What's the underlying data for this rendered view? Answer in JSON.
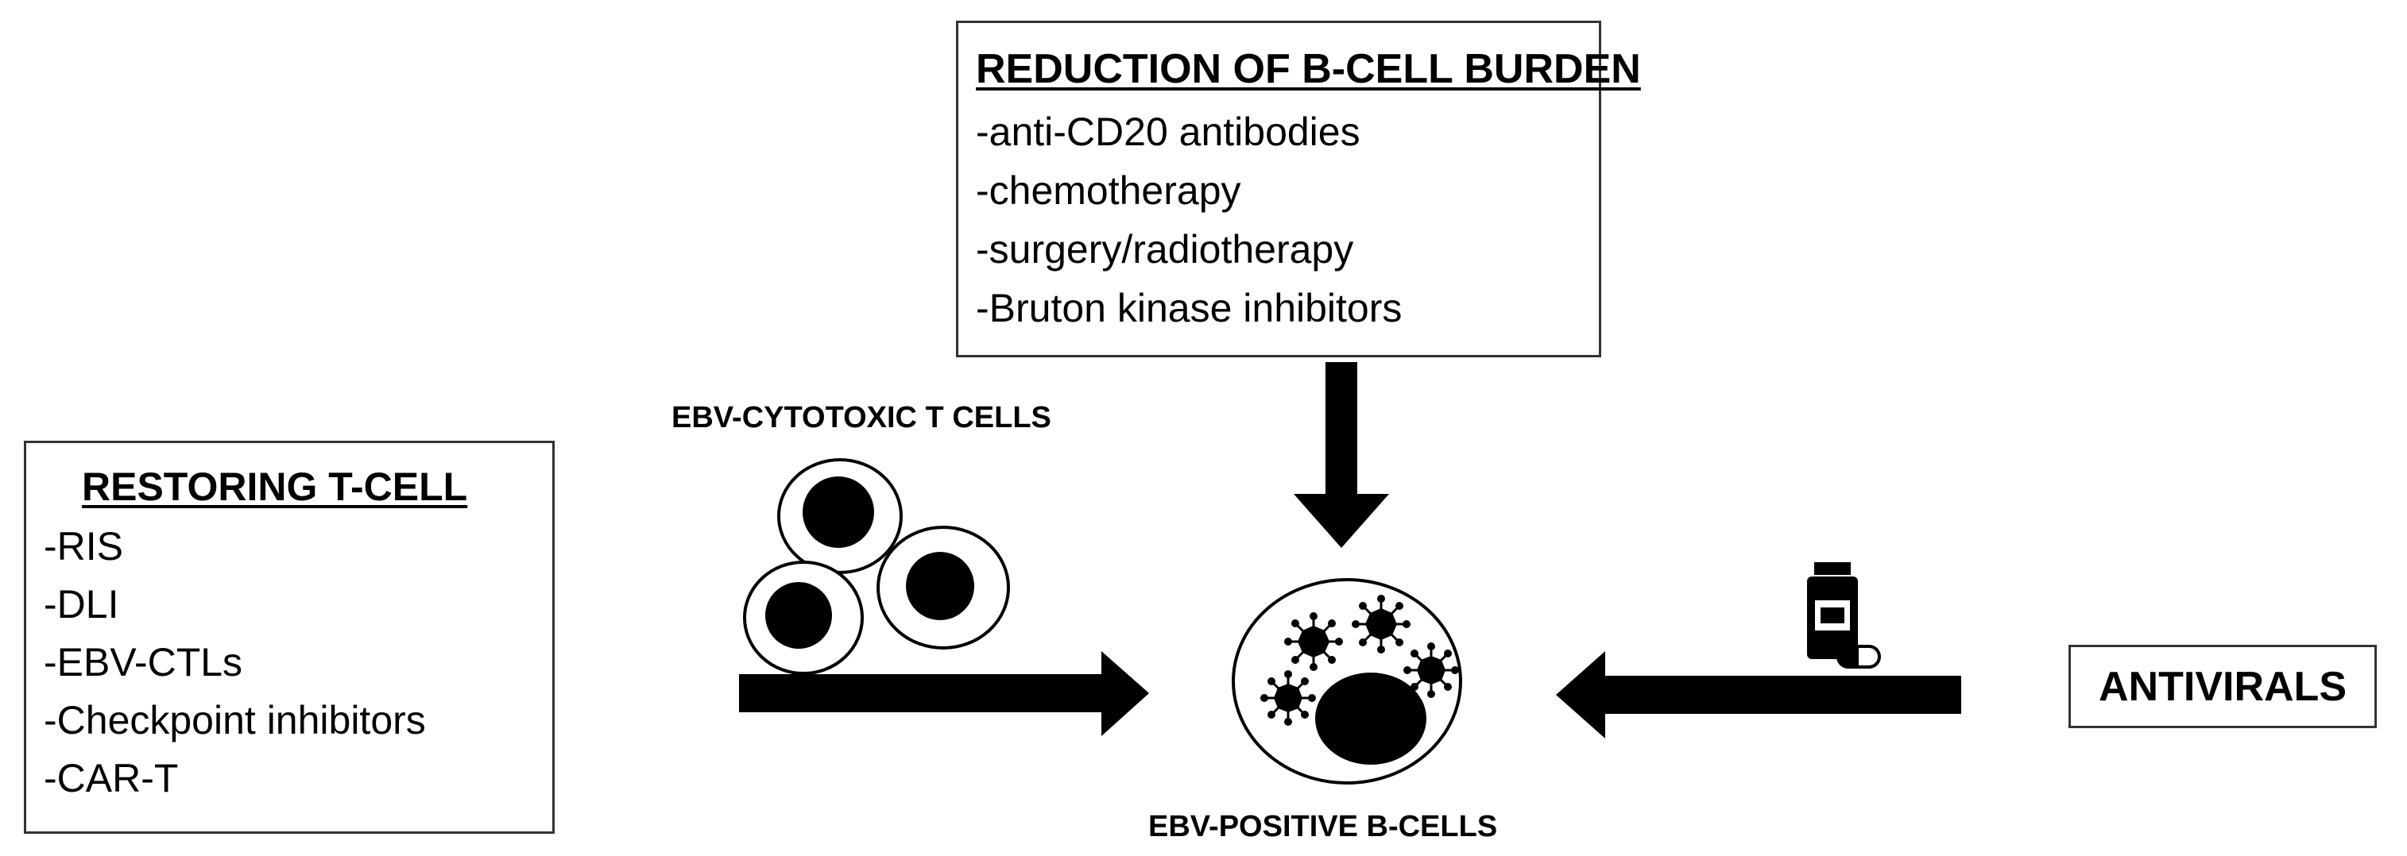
{
  "reduction_box": {
    "title": "REDUCTION OF B-CELL BURDEN",
    "items": [
      "-anti-CD20 antibodies",
      "-chemotherapy",
      "-surgery/radiotherapy",
      "-Bruton kinase inhibitors"
    ]
  },
  "restoring_box": {
    "title": "RESTORING T-CELL",
    "items": [
      "-RIS",
      "-DLI",
      "-EBV-CTLs",
      "-Checkpoint inhibitors",
      "-CAR-T"
    ]
  },
  "antivirals_box": {
    "title": "ANTIVIRALS"
  },
  "labels": {
    "cytotoxic": "EBV-CYTOTOXIC T CELLS",
    "bcells": "EBV-POSITIVE B-CELLS"
  },
  "icons": [
    "t-cell-icon",
    "b-cell-icon",
    "virus-icon",
    "pill-bottle-icon",
    "capsule-icon"
  ]
}
